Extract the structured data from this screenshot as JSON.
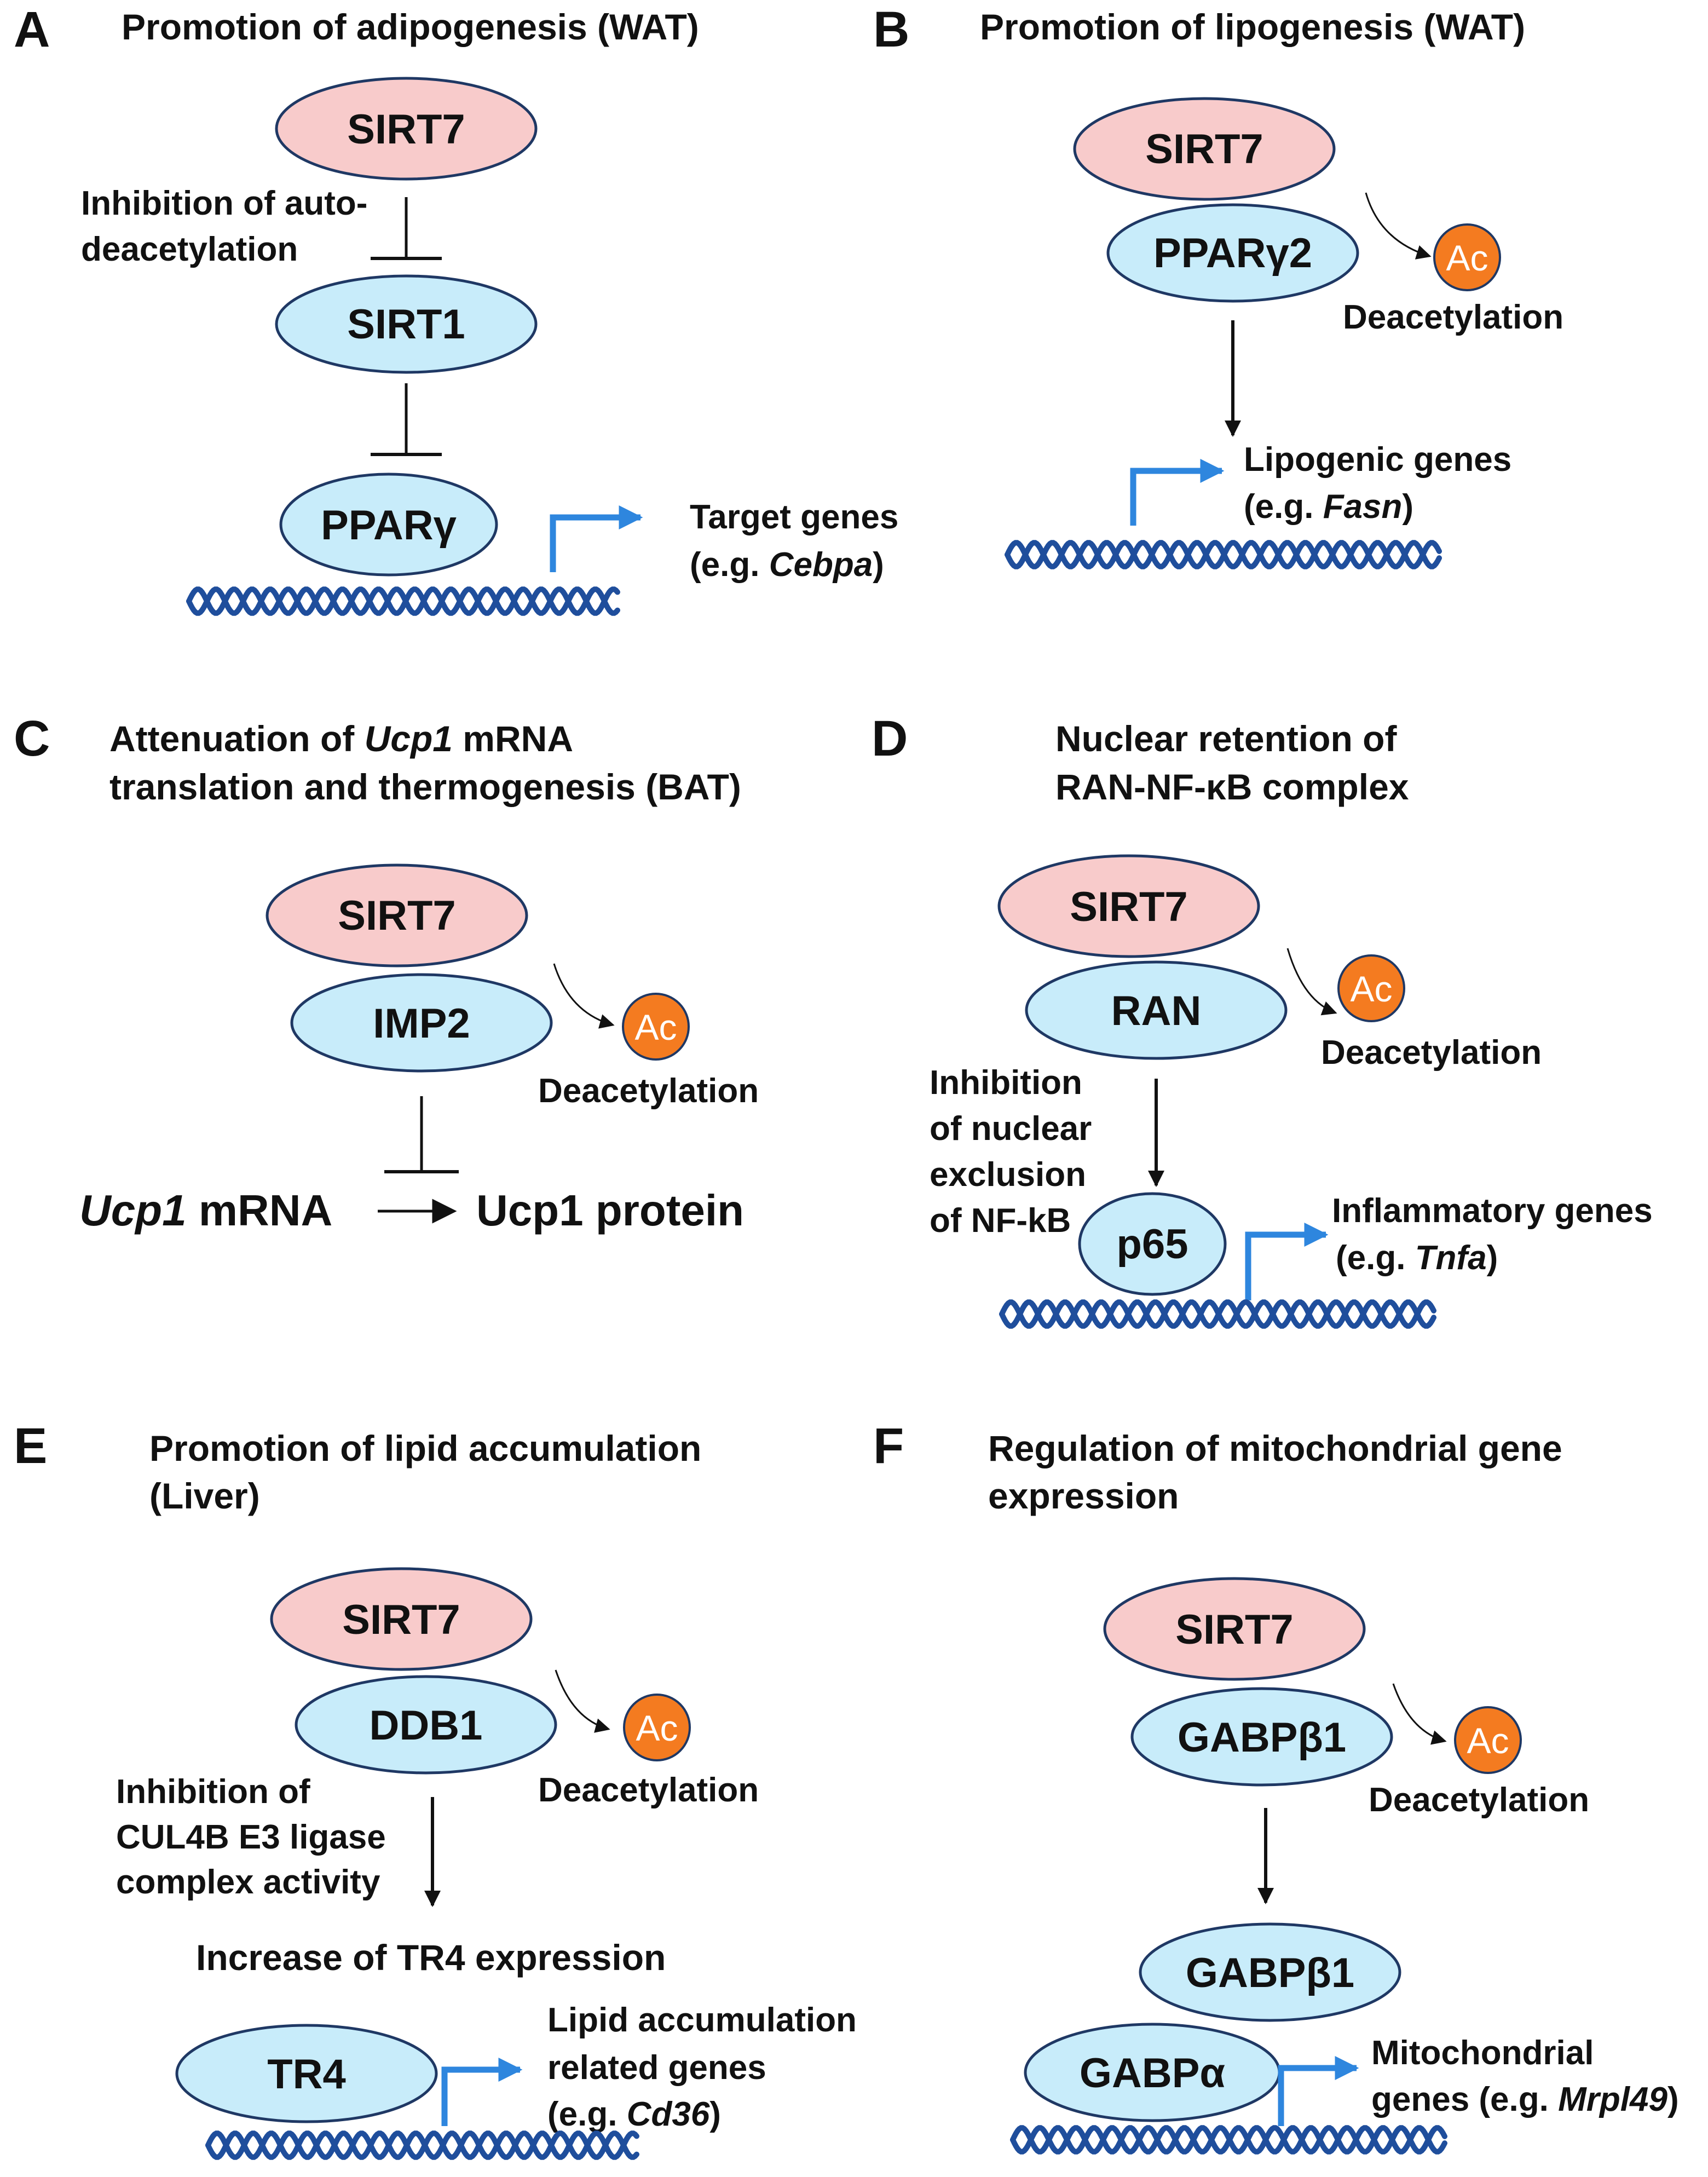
{
  "panels": {
    "A": {
      "letter": "A",
      "title": "Promotion of adipogenesis (WAT)",
      "sirt7": "SIRT7",
      "sirt1": "SIRT1",
      "pparg": "PPARγ",
      "inhibition_1": "Inhibition of auto-",
      "inhibition_2": "deacetylation",
      "target_1": "Target genes",
      "target_2_pre": "(e.g. ",
      "target_2_gene": "Cebpa",
      "target_2_post": ")"
    },
    "B": {
      "letter": "B",
      "title": "Promotion of lipogenesis (WAT)",
      "sirt7": "SIRT7",
      "partner": "PPARγ2",
      "ac": "Ac",
      "deacetylation": "Deacetylation",
      "genes_1": "Lipogenic genes",
      "genes_2_pre": "(e.g. ",
      "genes_2_gene": "Fasn",
      "genes_2_post": ")"
    },
    "C": {
      "letter": "C",
      "title_1_pre": "Attenuation of ",
      "title_1_gene": "Ucp1",
      "title_1_post": " mRNA",
      "title_2": "translation and thermogenesis (BAT)",
      "sirt7": "SIRT7",
      "partner": "IMP2",
      "ac": "Ac",
      "deacetylation": "Deacetylation",
      "mrna_gene": "Ucp1",
      "mrna_post": " mRNA",
      "protein": "Ucp1 protein"
    },
    "D": {
      "letter": "D",
      "title_1": "Nuclear retention of",
      "title_2": "RAN-NF-κB complex",
      "sirt7": "SIRT7",
      "partner": "RAN",
      "p65": "p65",
      "ac": "Ac",
      "deacetylation": "Deacetylation",
      "inhibition_1": "Inhibition",
      "inhibition_2": "of nuclear",
      "inhibition_3": "exclusion",
      "inhibition_4": "of NF-kB",
      "genes_1": "Inflammatory genes",
      "genes_2_pre": "(e.g. ",
      "genes_2_gene": "Tnfa",
      "genes_2_post": ")"
    },
    "E": {
      "letter": "E",
      "title_1": "Promotion of lipid accumulation",
      "title_2": "(Liver)",
      "sirt7": "SIRT7",
      "partner": "DDB1",
      "ac": "Ac",
      "deacetylation": "Deacetylation",
      "inhibition_1": "Inhibition of",
      "inhibition_2": "CUL4B E3 ligase",
      "inhibition_3": "complex activity",
      "increase": "Increase of TR4 expression",
      "tr4": "TR4",
      "genes_1": "Lipid accumulation",
      "genes_2": "related genes",
      "genes_3_pre": "(e.g. ",
      "genes_3_gene": "Cd36",
      "genes_3_post": ")"
    },
    "F": {
      "letter": "F",
      "title_1": "Regulation of mitochondrial gene",
      "title_2": "expression",
      "sirt7": "SIRT7",
      "partner": "GABPβ1",
      "ac": "Ac",
      "deacetylation": "Deacetylation",
      "beta1": "GABPβ1",
      "alpha": "GABPα",
      "genes_1": "Mitochondrial",
      "genes_2_pre": "genes (e.g. ",
      "genes_2_gene": "Mrpl49",
      "genes_2_post": ")"
    }
  },
  "colors": {
    "sirt7_fill": "#f8cbcb",
    "protein_fill": "#c8ecfa",
    "outline": "#1f3864",
    "ac_fill": "#f47b20",
    "transcription_arrow": "#2e86de",
    "dna": "#1f4e9c"
  }
}
